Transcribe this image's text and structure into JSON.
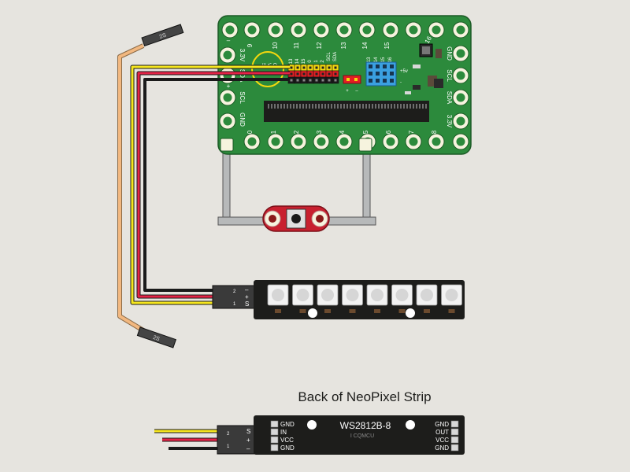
{
  "colors": {
    "background": "#e6e4df",
    "board_green": "#2c8a3c",
    "board_dark": "#1d1d1b",
    "wire_yellow": "#f6e61e",
    "wire_red": "#e42346",
    "wire_black": "#1a1a1a",
    "wire_tan": "#f2b880",
    "header_yellow": "#f4d80e",
    "header_red": "#e31e24",
    "header_blue": "#3aa0e0",
    "battery_red": "#c8202f",
    "pad_gold": "#f6f3de"
  },
  "board": {
    "top_pins": [
      "9",
      "10",
      "11",
      "12",
      "13",
      "14",
      "15",
      "16"
    ],
    "bottom_pins": [
      "0",
      "1",
      "2",
      "3",
      "4",
      "5",
      "6",
      "7",
      "8"
    ],
    "left_pins": [
      "3.3V",
      "SDA",
      "SCL",
      "GND"
    ],
    "right_pins": [
      "GND",
      "SCL",
      "SDA",
      "3.3V"
    ],
    "header_top_labels": [
      "13",
      "14",
      "15",
      "0",
      "1",
      "2"
    ],
    "header_scl": "SCL",
    "header_sda": "SDA",
    "header_rows": [
      "S",
      "V",
      "G"
    ],
    "blue_header_labels": [
      "13",
      "14",
      "15",
      "16"
    ],
    "power_label": "+5v",
    "minus_label": "-",
    "plus": "+",
    "minus": "–"
  },
  "neopixel_front": {
    "pixel_count": 8,
    "connector_labels": [
      "–",
      "+",
      "S"
    ],
    "connector_pins": [
      "2",
      "1"
    ]
  },
  "neopixel_back": {
    "title": "Back of NeoPixel Strip",
    "chip": "WS2812B-8",
    "chip_sub": "I CQMCU",
    "left_pins": [
      "GND",
      "IN",
      "VCC",
      "GND"
    ],
    "right_pins": [
      "GND",
      "OUT",
      "VCC",
      "GND"
    ],
    "connector_labels": [
      "S",
      "+",
      "–"
    ],
    "connector_pins": [
      "2",
      "1"
    ]
  },
  "servo_plug": {
    "top": "2S",
    "bottom": "2S"
  }
}
